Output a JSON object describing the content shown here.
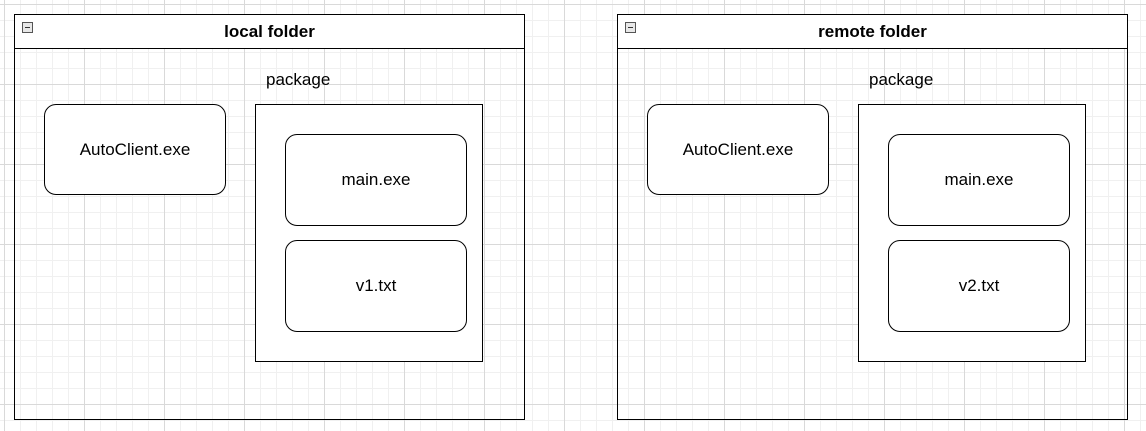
{
  "folders": [
    {
      "title": "local folder",
      "package_label": "package",
      "client": "AutoClient.exe",
      "main_file": "main.exe",
      "version_file": "v1.txt"
    },
    {
      "title": "remote folder",
      "package_label": "package",
      "client": "AutoClient.exe",
      "main_file": "main.exe",
      "version_file": "v2.txt"
    }
  ],
  "icons": {
    "collapse": "minus-square-icon"
  }
}
